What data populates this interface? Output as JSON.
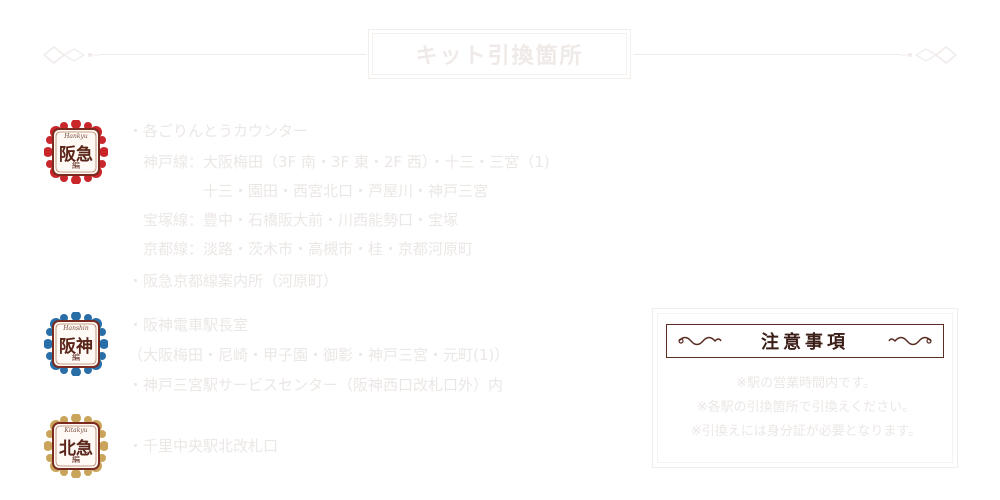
{
  "header": {
    "title": "キット引換箇所"
  },
  "sections": [
    {
      "id": "hankyu",
      "badge": {
        "roman": "Hankyu",
        "main": "阪急",
        "sub": "編",
        "color": "#c8262a"
      },
      "lines": [
        "・各ごりんとうカウンター",
        "　神戸線：大阪梅田（3F 南・3F 東・2F 西）・十三・三宮（1)",
        "　　　　　十三・園田・西宮北口・芦屋川・神戸三宮",
        "　宝塚線：豊中・石橋阪大前・川西能勢口・宝塚",
        "　京都線：淡路・茨木市・高槻市・桂・京都河原町",
        "・阪急京都線案内所（河原町）"
      ]
    },
    {
      "id": "hanshin",
      "badge": {
        "roman": "Hanshin",
        "main": "阪神",
        "sub": "編",
        "color": "#2a6ea8"
      },
      "lines": [
        "・阪神電車駅長室",
        "（大阪梅田・尼崎・甲子園・御影・神戸三宮・元町(1)）",
        "・神戸三宮駅サービスセンター（阪神西口改札口外）内"
      ]
    },
    {
      "id": "kitakyu",
      "badge": {
        "roman": "Kitakyu",
        "main": "北急",
        "sub": "編",
        "color": "#c9a45a"
      },
      "lines": [
        "・千里中央駅北改札口"
      ]
    }
  ],
  "notice": {
    "title": "注意事項",
    "lines": [
      "※駅の営業時間内です。",
      "※各駅の引換箇所で引換えください。",
      "※引換えには身分証が必要となります。"
    ]
  }
}
